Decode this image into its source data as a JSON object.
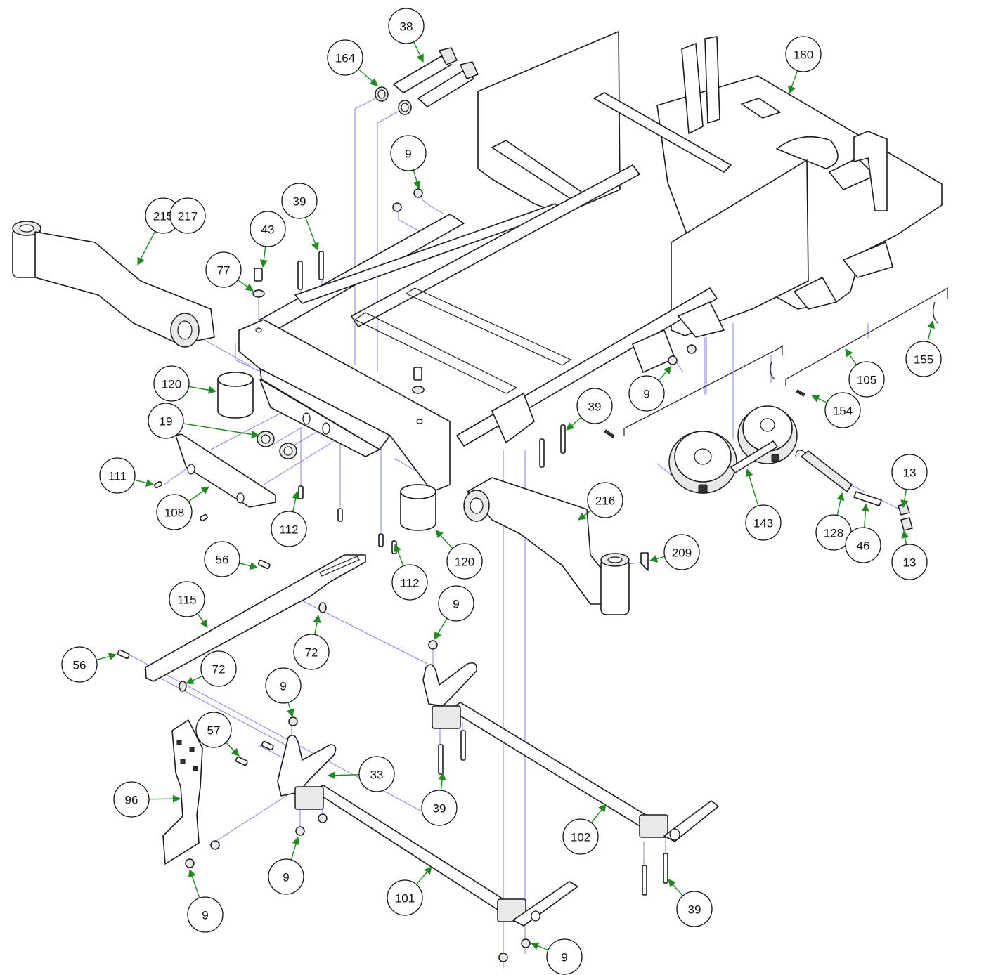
{
  "diagram": {
    "type": "exploded-parts-diagram",
    "colors": {
      "outline": "#1a1a1a",
      "leader": "#1f8a1f",
      "guide": "#8080f0",
      "background": "#ffffff"
    },
    "callouts": [
      {
        "id": "c38",
        "label": "38",
        "part": "pivot-bolt"
      },
      {
        "id": "c164",
        "label": "164",
        "part": "bushing"
      },
      {
        "id": "c180",
        "label": "180",
        "part": "main-frame"
      },
      {
        "id": "c9a",
        "label": "9",
        "part": "lock-nut"
      },
      {
        "id": "c215",
        "label": "215",
        "part": "front-axle-arm-left"
      },
      {
        "id": "c217",
        "label": "217",
        "part": "front-axle-arm-left-alt"
      },
      {
        "id": "c43",
        "label": "43",
        "part": "bolt"
      },
      {
        "id": "c39a",
        "label": "39",
        "part": "bolt"
      },
      {
        "id": "c77",
        "label": "77",
        "part": "washer"
      },
      {
        "id": "c120a",
        "label": "120",
        "part": "bumper-spacer"
      },
      {
        "id": "c19",
        "label": "19",
        "part": "jam-nut"
      },
      {
        "id": "c111",
        "label": "111",
        "part": "screw"
      },
      {
        "id": "c108",
        "label": "108",
        "part": "front-bumper"
      },
      {
        "id": "c112a",
        "label": "112",
        "part": "flange-screw"
      },
      {
        "id": "c112b",
        "label": "112",
        "part": "flange-screw"
      },
      {
        "id": "c120b",
        "label": "120",
        "part": "bumper-spacer"
      },
      {
        "id": "c39b",
        "label": "39",
        "part": "bolt"
      },
      {
        "id": "c9b",
        "label": "9",
        "part": "lock-nut"
      },
      {
        "id": "c155",
        "label": "155",
        "part": "hairpin-clip"
      },
      {
        "id": "c105",
        "label": "105",
        "part": "control-rod"
      },
      {
        "id": "c154",
        "label": "154",
        "part": "clip"
      },
      {
        "id": "c13a",
        "label": "13",
        "part": "nut"
      },
      {
        "id": "c13b",
        "label": "13",
        "part": "nut"
      },
      {
        "id": "c143",
        "label": "143",
        "part": "idler-pulley-assembly"
      },
      {
        "id": "c128",
        "label": "128",
        "part": "extension-spring"
      },
      {
        "id": "c46",
        "label": "46",
        "part": "eye-bolt"
      },
      {
        "id": "c216",
        "label": "216",
        "part": "front-axle-arm-right"
      },
      {
        "id": "c209",
        "label": "209",
        "part": "decal"
      },
      {
        "id": "c56a",
        "label": "56",
        "part": "shoulder-bolt"
      },
      {
        "id": "c115",
        "label": "115",
        "part": "link-bar"
      },
      {
        "id": "c72a",
        "label": "72",
        "part": "washer"
      },
      {
        "id": "c9c",
        "label": "9",
        "part": "lock-nut"
      },
      {
        "id": "c56b",
        "label": "56",
        "part": "shoulder-bolt"
      },
      {
        "id": "c72b",
        "label": "72",
        "part": "washer"
      },
      {
        "id": "c9d",
        "label": "9",
        "part": "lock-nut"
      },
      {
        "id": "c57",
        "label": "57",
        "part": "shoulder-bolt"
      },
      {
        "id": "c33",
        "label": "33",
        "part": "pillow-block"
      },
      {
        "id": "c39c",
        "label": "39",
        "part": "bolt"
      },
      {
        "id": "c96",
        "label": "96",
        "part": "mounting-bracket"
      },
      {
        "id": "c102",
        "label": "102",
        "part": "rear-lift-shaft"
      },
      {
        "id": "c9e",
        "label": "9",
        "part": "lock-nut"
      },
      {
        "id": "c101",
        "label": "101",
        "part": "front-lift-shaft"
      },
      {
        "id": "c9f",
        "label": "9",
        "part": "lock-nut"
      },
      {
        "id": "c39d",
        "label": "39",
        "part": "bolt"
      },
      {
        "id": "c9g",
        "label": "9",
        "part": "lock-nut"
      }
    ]
  }
}
